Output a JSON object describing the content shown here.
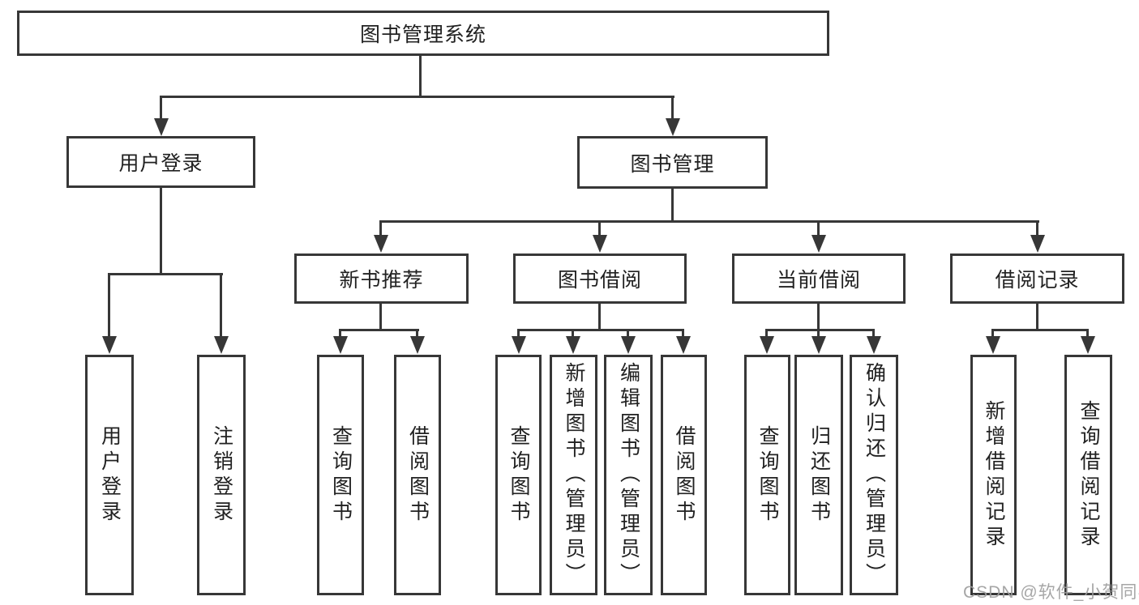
{
  "diagram": {
    "root": {
      "label": "图书管理系统"
    },
    "level2": [
      {
        "label": "用户登录",
        "children": [
          {
            "label": "用户登录"
          },
          {
            "label": "注销登录"
          }
        ]
      },
      {
        "label": "图书管理",
        "children": [
          {
            "label": "新书推荐",
            "children": [
              {
                "label": "查询图书"
              },
              {
                "label": "借阅图书"
              }
            ]
          },
          {
            "label": "图书借阅",
            "children": [
              {
                "label": "查询图书"
              },
              {
                "label": "新增图书（管理员）"
              },
              {
                "label": "编辑图书（管理员）"
              },
              {
                "label": "借阅图书"
              }
            ]
          },
          {
            "label": "当前借阅",
            "children": [
              {
                "label": "查询图书"
              },
              {
                "label": "归还图书"
              },
              {
                "label": "确认归还（管理员）"
              }
            ]
          },
          {
            "label": "借阅记录",
            "children": [
              {
                "label": "新增借阅记录"
              },
              {
                "label": "查询借阅记录"
              }
            ]
          }
        ]
      }
    ]
  },
  "watermark": {
    "text": "CSDN @软件_小贺同学",
    "color": "#9d9d9d"
  },
  "colors": {
    "line": "#373737",
    "text": "#212121",
    "box_background": "#ffffff",
    "page_background": "#ffffff"
  }
}
